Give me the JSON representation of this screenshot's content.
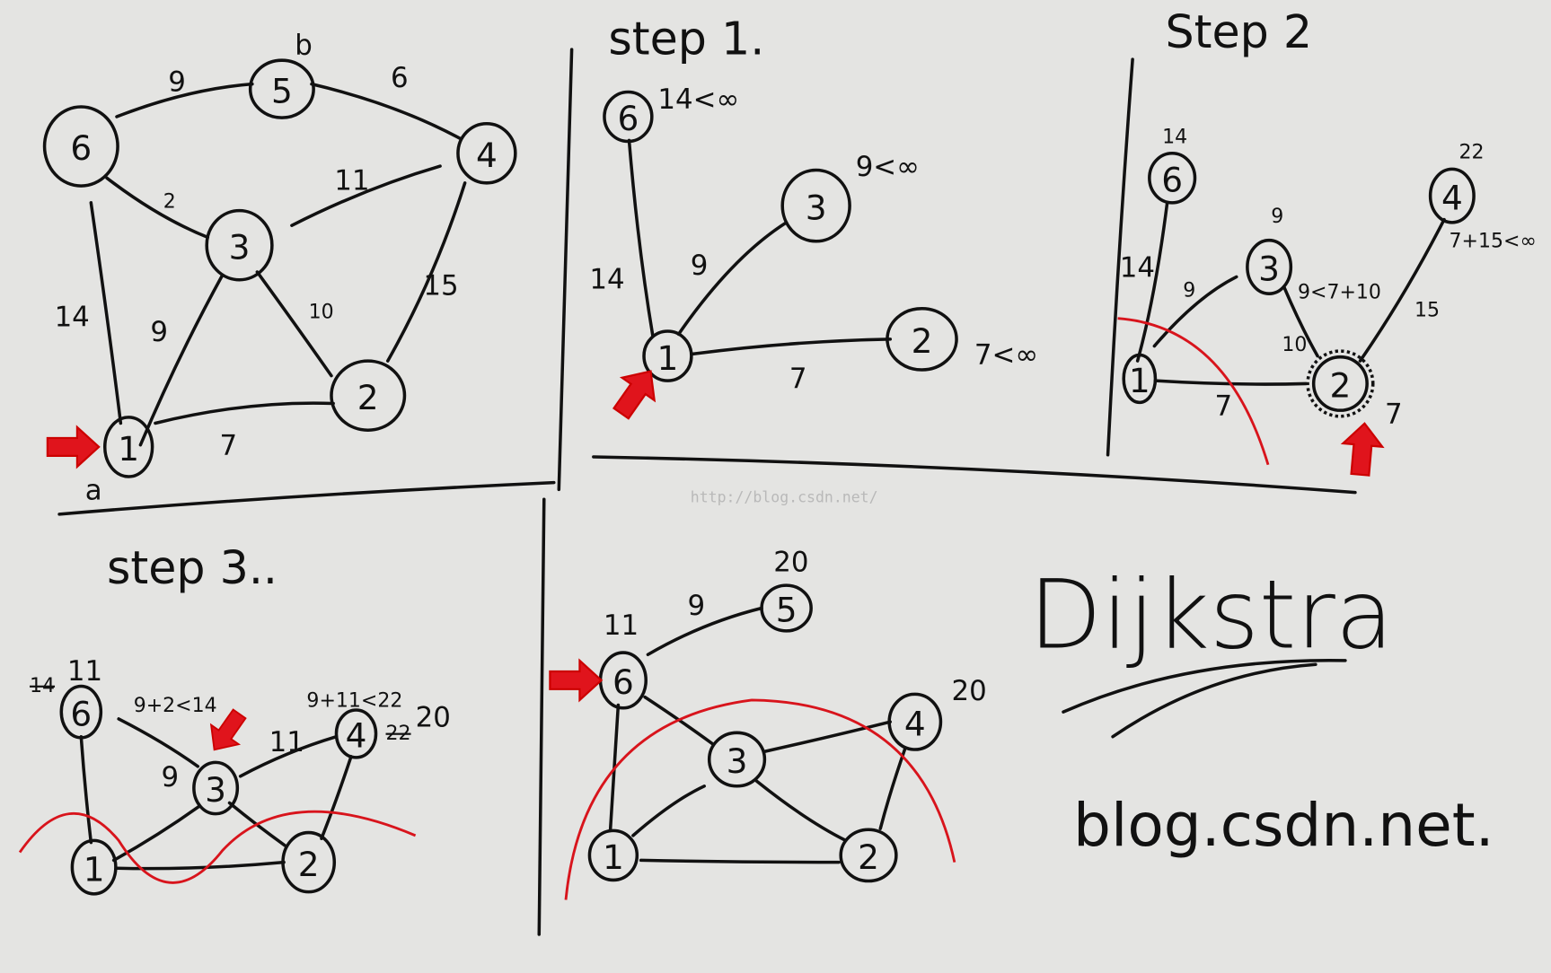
{
  "watermark": "http://blog.csdn.net/",
  "panel_original": {
    "nodes": [
      "6",
      "5",
      "4",
      "3",
      "2",
      "1"
    ],
    "node_names": {
      "b": "b",
      "a": "a"
    },
    "edge_labels": [
      "9",
      "6",
      "2",
      "11",
      "14",
      "9",
      "10",
      "15",
      "7"
    ]
  },
  "panel_step1": {
    "title": "step 1.",
    "nodes": [
      "6",
      "3",
      "2",
      "1"
    ],
    "node_notes": [
      "14<∞",
      "9<∞",
      "7<∞"
    ],
    "edge_labels": [
      "14",
      "9",
      "7"
    ]
  },
  "panel_step2": {
    "title": "Step 2",
    "nodes": [
      "6",
      "3",
      "4",
      "1",
      "2"
    ],
    "node_notes": [
      "14",
      "9",
      "22",
      "7"
    ],
    "edge_labels": [
      "14",
      "9",
      "9<7+10",
      "10",
      "15",
      "7+15<∞",
      "7"
    ]
  },
  "panel_step3": {
    "title": "step 3..",
    "nodes": [
      "6",
      "3",
      "4",
      "1",
      "2"
    ],
    "node_notes": [
      "14",
      "11",
      "9+2<14",
      "9+11<22",
      "22",
      "20"
    ],
    "edge_labels": [
      "11",
      "9"
    ]
  },
  "panel_step4": {
    "nodes": [
      "5",
      "6",
      "3",
      "4",
      "1",
      "2"
    ],
    "node_notes": [
      "20",
      "11",
      "20"
    ],
    "edge_labels": [
      "9"
    ]
  },
  "caption": {
    "title": "Dijkstra",
    "site": "blog.csdn.net."
  },
  "colors": {
    "ink": "#111111",
    "marker_red": "#d8141c",
    "board": "#e4e4e2"
  }
}
